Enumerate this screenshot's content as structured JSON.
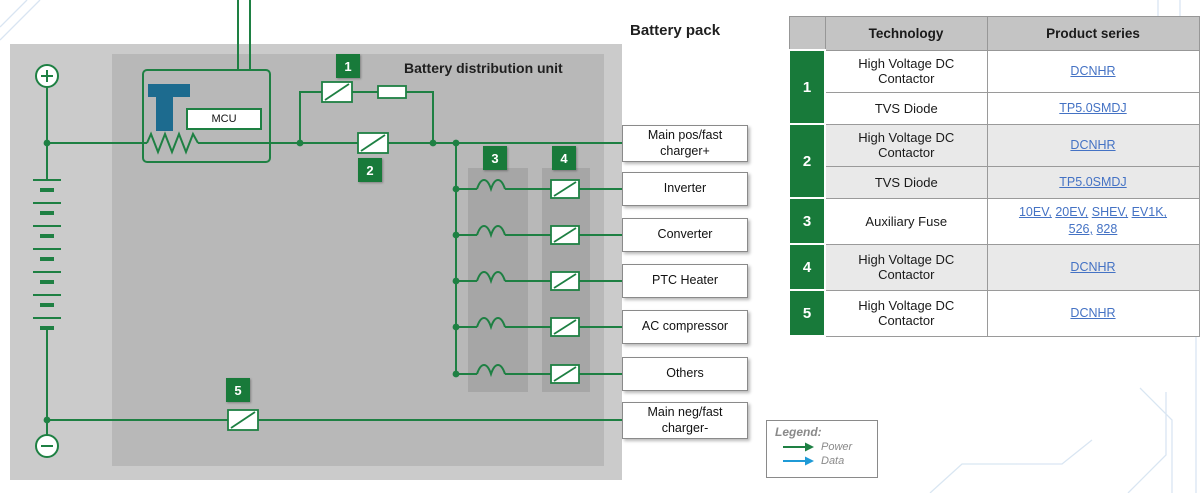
{
  "titles": {
    "battery_pack": "Battery pack",
    "battery_distribution_unit": "Battery distribution unit"
  },
  "mcu_label": "MCU",
  "outputs": [
    "Main pos/fast charger+",
    "Inverter",
    "Converter",
    "PTC Heater",
    "AC compressor",
    "Others",
    "Main neg/fast charger-"
  ],
  "legend": {
    "title": "Legend:",
    "power_label": "Power",
    "data_label": "Data"
  },
  "table": {
    "headers": {
      "technology": "Technology",
      "product_series": "Product series"
    },
    "groups": [
      {
        "num": "1",
        "rows": [
          {
            "tech": "High Voltage DC Contactor",
            "links": [
              "DCNHR"
            ]
          },
          {
            "tech": "TVS Diode",
            "links": [
              "TP5.0SMDJ"
            ]
          }
        ]
      },
      {
        "num": "2",
        "rows": [
          {
            "tech": "High Voltage DC Contactor",
            "links": [
              "DCNHR"
            ]
          },
          {
            "tech": "TVS Diode",
            "links": [
              "TP5.0SMDJ"
            ]
          }
        ]
      },
      {
        "num": "3",
        "rows": [
          {
            "tech": "Auxiliary Fuse",
            "links": [
              "10EV,",
              "20EV,",
              "SHEV,",
              "EV1K,",
              "526,",
              "828"
            ]
          }
        ]
      },
      {
        "num": "4",
        "rows": [
          {
            "tech": "High Voltage DC Contactor",
            "links": [
              "DCNHR"
            ]
          }
        ]
      },
      {
        "num": "5",
        "rows": [
          {
            "tech": "High Voltage DC Contactor",
            "links": [
              "DCNHR"
            ]
          }
        ]
      }
    ]
  },
  "colors": {
    "power_green": "#1e8043",
    "badge_green": "#187a3a",
    "link_blue": "#4472c4",
    "data_blue": "#1f9ad6",
    "panel_gray": "#cbcbcb",
    "inner_gray": "#b8b8b8",
    "strip_gray": "#a6a6a6"
  }
}
